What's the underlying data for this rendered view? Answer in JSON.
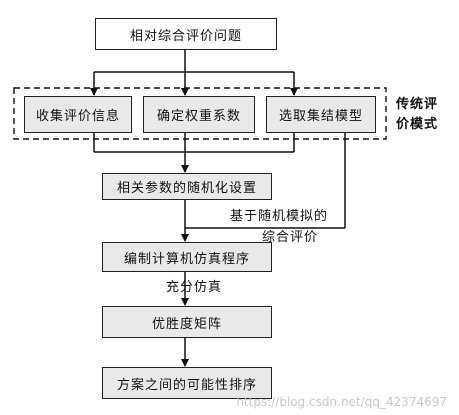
{
  "diagram": {
    "top": "相对综合评价问题",
    "collect": "收集评价信息",
    "weights": "确定权重系数",
    "select_model": "选取集结模型",
    "side_label_1": "传统评",
    "side_label_2": "价模式",
    "randomize": "相关参数的随机化设置",
    "sim_label_1": "基于随机模拟的",
    "sim_label_2": "综合评价",
    "program": "编制计算机仿真程序",
    "full_sim": "充分仿真",
    "matrix": "优胜度矩阵",
    "ranking": "方案之间的可能性排序"
  },
  "watermark": "https://blog.csdn.net/qq_42374697"
}
